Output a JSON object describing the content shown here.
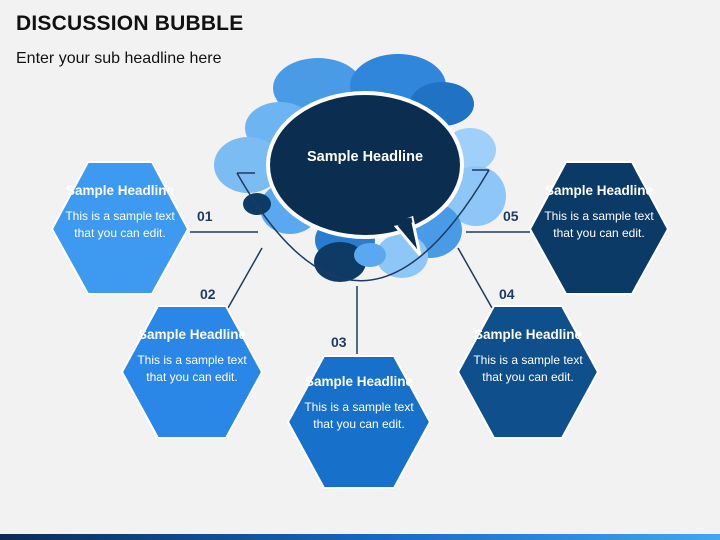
{
  "header": {
    "title": "DISCUSSION BUBBLE",
    "subtitle": "Enter your sub headline here"
  },
  "center": {
    "headline": "Sample Headline",
    "color": "#0b2d4f"
  },
  "items": [
    {
      "number": "01",
      "headline": "Sample Headline",
      "body": "This is a sample text that you can edit.",
      "color": "#3d9af0"
    },
    {
      "number": "02",
      "headline": "Sample Headline",
      "body": "This is a sample text that you can edit.",
      "color": "#2a87e8"
    },
    {
      "number": "03",
      "headline": "Sample Headline",
      "body": "This is a sample text that you can edit.",
      "color": "#1770c9"
    },
    {
      "number": "04",
      "headline": "Sample Headline",
      "body": "This is a sample text that you can edit.",
      "color": "#0f4f8c"
    },
    {
      "number": "05",
      "headline": "Sample Headline",
      "body": "This is a sample text that you can edit.",
      "color": "#0b3a66"
    }
  ]
}
